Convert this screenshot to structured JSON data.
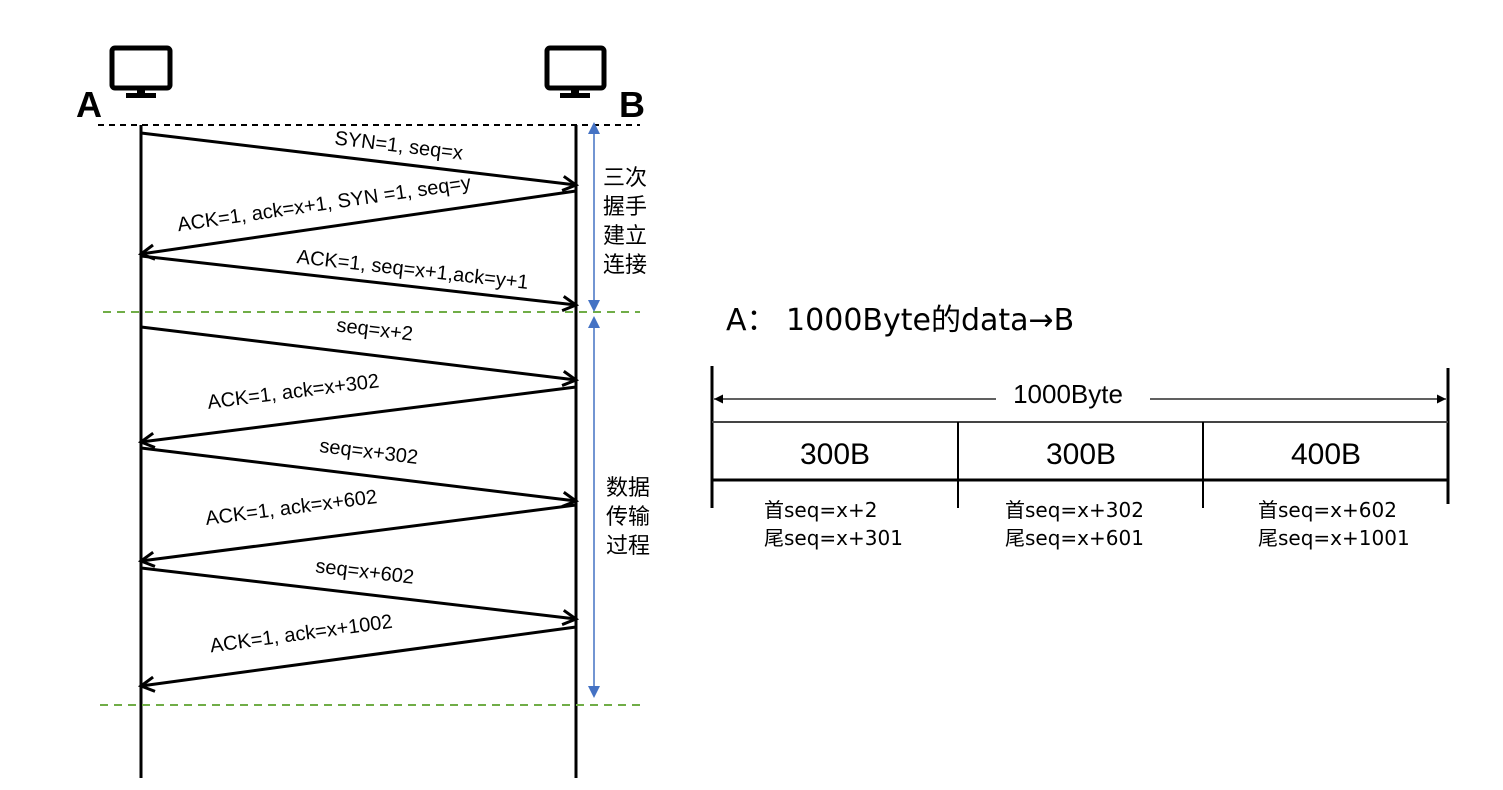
{
  "sequence_diagram": {
    "hosts": [
      {
        "id": "A",
        "label": "A",
        "icon": "monitor-icon"
      },
      {
        "id": "B",
        "label": "B",
        "icon": "monitor-icon"
      }
    ],
    "phases": [
      {
        "label_lines": [
          "三次",
          "握手",
          "建立",
          "连接"
        ],
        "color": "#4472C4"
      },
      {
        "label_lines": [
          "数据",
          "传输",
          "过程"
        ],
        "color": "#4472C4"
      }
    ],
    "separator_colors": {
      "top": "#000000",
      "phase": "#70AD47"
    },
    "messages": [
      {
        "from": "A",
        "to": "B",
        "label": "SYN=1,   seq=x",
        "phase": 0
      },
      {
        "from": "B",
        "to": "A",
        "label": "ACK=1, ack=x+1, SYN =1, seq=y",
        "phase": 0
      },
      {
        "from": "A",
        "to": "B",
        "label": "ACK=1, seq=x+1,ack=y+1",
        "phase": 0
      },
      {
        "from": "A",
        "to": "B",
        "label": "seq=x+2",
        "phase": 1
      },
      {
        "from": "B",
        "to": "A",
        "label": "ACK=1, ack=x+302",
        "phase": 1
      },
      {
        "from": "A",
        "to": "B",
        "label": "seq=x+302",
        "phase": 1
      },
      {
        "from": "B",
        "to": "A",
        "label": "ACK=1, ack=x+602",
        "phase": 1
      },
      {
        "from": "A",
        "to": "B",
        "label": "seq=x+602",
        "phase": 1
      },
      {
        "from": "B",
        "to": "A",
        "label": "ACK=1, ack=x+1002",
        "phase": 1
      }
    ]
  },
  "data_panel": {
    "title": "A：  1000Byte的data→B",
    "total_label": "1000Byte",
    "segments": [
      {
        "size_label": "300B",
        "first_seq": "首seq=x+2",
        "last_seq": "尾seq=x+301"
      },
      {
        "size_label": "300B",
        "first_seq": "首seq=x+302",
        "last_seq": "尾seq=x+601"
      },
      {
        "size_label": "400B",
        "first_seq": "首seq=x+602",
        "last_seq": "尾seq=x+1001"
      }
    ]
  }
}
